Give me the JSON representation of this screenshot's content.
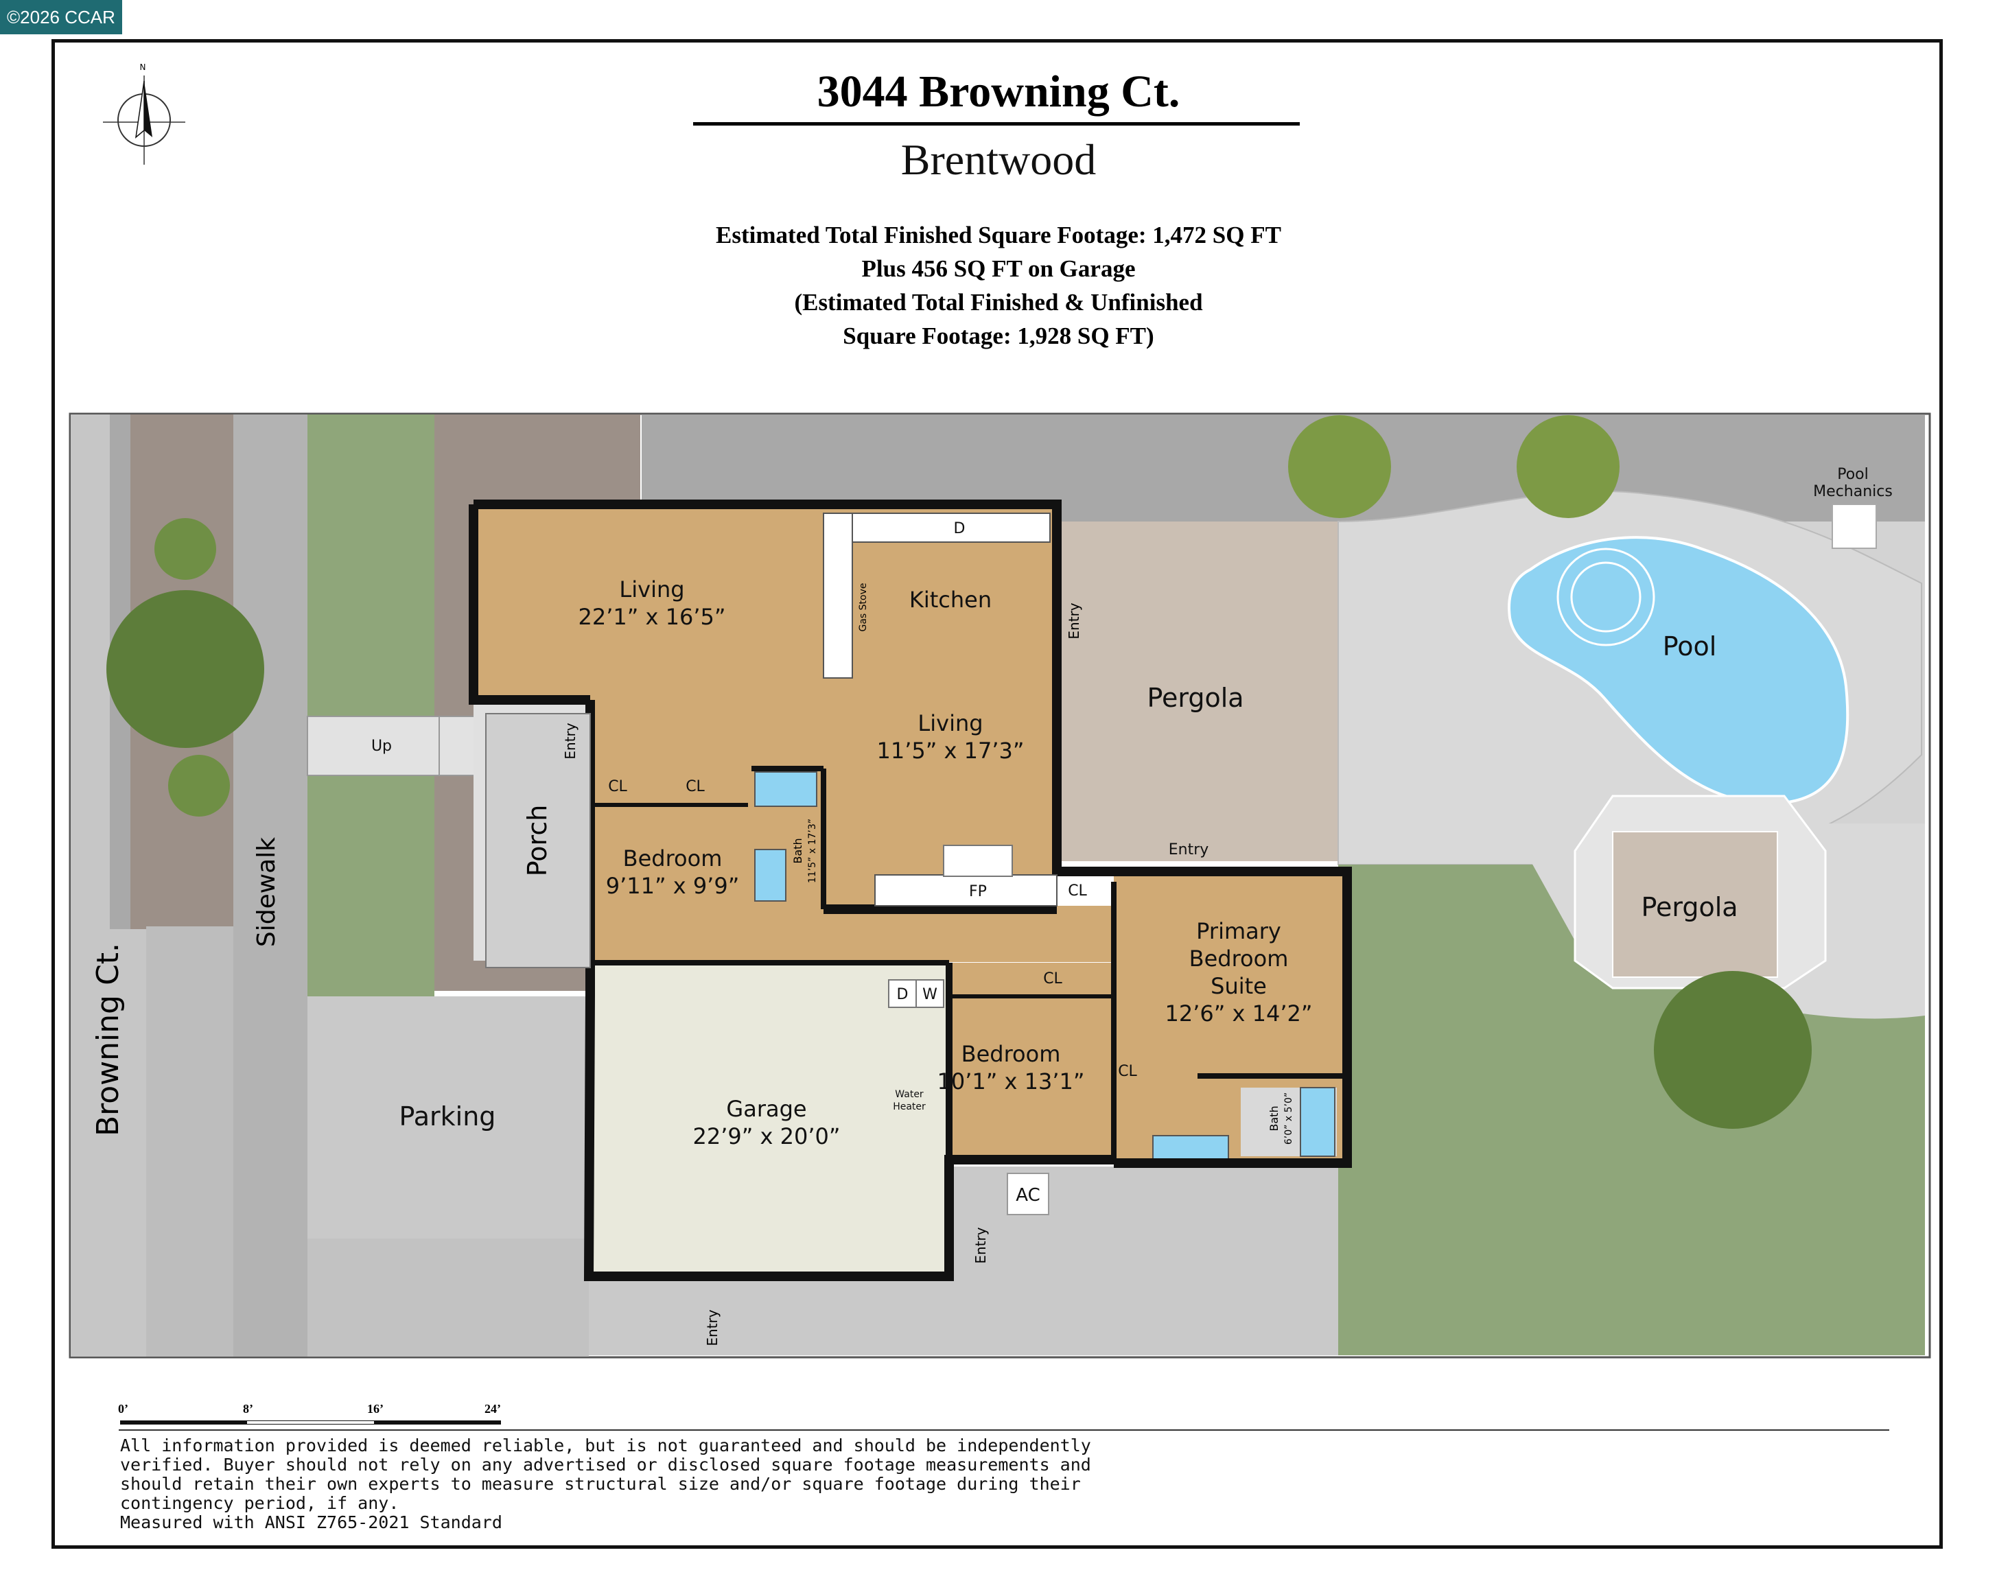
{
  "copyright": "©2026 CCAR",
  "header": {
    "title": "3044 Browning Ct.",
    "city": "Brentwood",
    "sqft_lines": [
      "Estimated Total Finished Square Footage: 1,472 SQ FT",
      "Plus 456 SQ FT on Garage",
      "(Estimated Total Finished & Unfinished",
      "Square Footage: 1,928 SQ FT)"
    ]
  },
  "compass": {
    "north": "N"
  },
  "rooms": {
    "living1_name": "Living",
    "living1_dim": "22’1” x 16’5”",
    "kitchen": "Kitchen",
    "living2_name": "Living",
    "living2_dim": "11’5” x 17’3”",
    "bedroom1_name": "Bedroom",
    "bedroom1_dim": "9’11” x 9’9”",
    "bath1": "Bath",
    "bath1_dim": "11’5” x 17’3”",
    "bedroom2_name": "Bedroom",
    "bedroom2_dim": "10’1” x 13’1”",
    "primary_l1": "Primary",
    "primary_l2": "Bedroom",
    "primary_l3": "Suite",
    "primary_dim": "12’6” x 14’2”",
    "bath2": "Bath",
    "bath2_dim": "6’0” x 5’0”",
    "garage_name": "Garage",
    "garage_dim": "22’9” x 20’0”",
    "cl": "CL",
    "fp": "FP",
    "d": "D",
    "w": "W",
    "gas_stove": "Gas Stove",
    "water_heater_1": "Water",
    "water_heater_2": "Heater",
    "entry": "Entry",
    "ac": "AC"
  },
  "site": {
    "street": "Browning Ct.",
    "sidewalk": "Sidewalk",
    "up": "Up",
    "porch": "Porch",
    "parking": "Parking",
    "pergola": "Pergola",
    "pool": "Pool",
    "pool_mech_1": "Pool",
    "pool_mech_2": "Mechanics"
  },
  "scale": [
    "0’",
    "8’",
    "16’",
    "24’"
  ],
  "disclaimer": [
    "All information provided is deemed reliable, but is not guaranteed and should be independently",
    "verified. Buyer should not rely on any advertised or disclosed square footage measurements and",
    "should retain their own experts to measure structural size and/or square footage during their",
    "contingency period, if any.",
    "Measured with ANSI Z765-2021 Standard"
  ]
}
